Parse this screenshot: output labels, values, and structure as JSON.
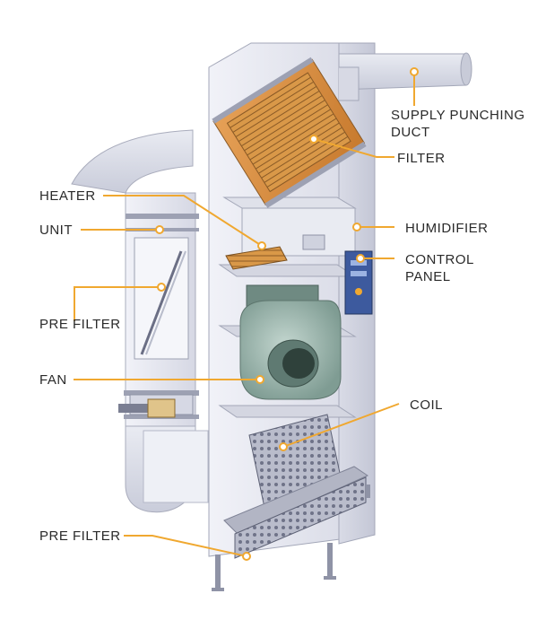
{
  "labels": {
    "supply_duct": [
      "SUPPLY PUNCHING",
      "DUCT"
    ],
    "filter": "FILTER",
    "heater": "HEATER",
    "unit": "UNIT",
    "humidifier": "HUMIDIFIER",
    "control_panel": [
      "CONTROL",
      "PANEL"
    ],
    "pre_filter_upper": "PRE FILTER",
    "fan": "FAN",
    "coil": "COIL",
    "pre_filter_lower": "PRE FILTER"
  },
  "colors": {
    "callout": "#f0a830",
    "cabinet": "#e4e6ef",
    "filter_orange": "#d98b3a",
    "fan_green": "#9fb8b0",
    "control_panel": "#3d5a9e"
  }
}
